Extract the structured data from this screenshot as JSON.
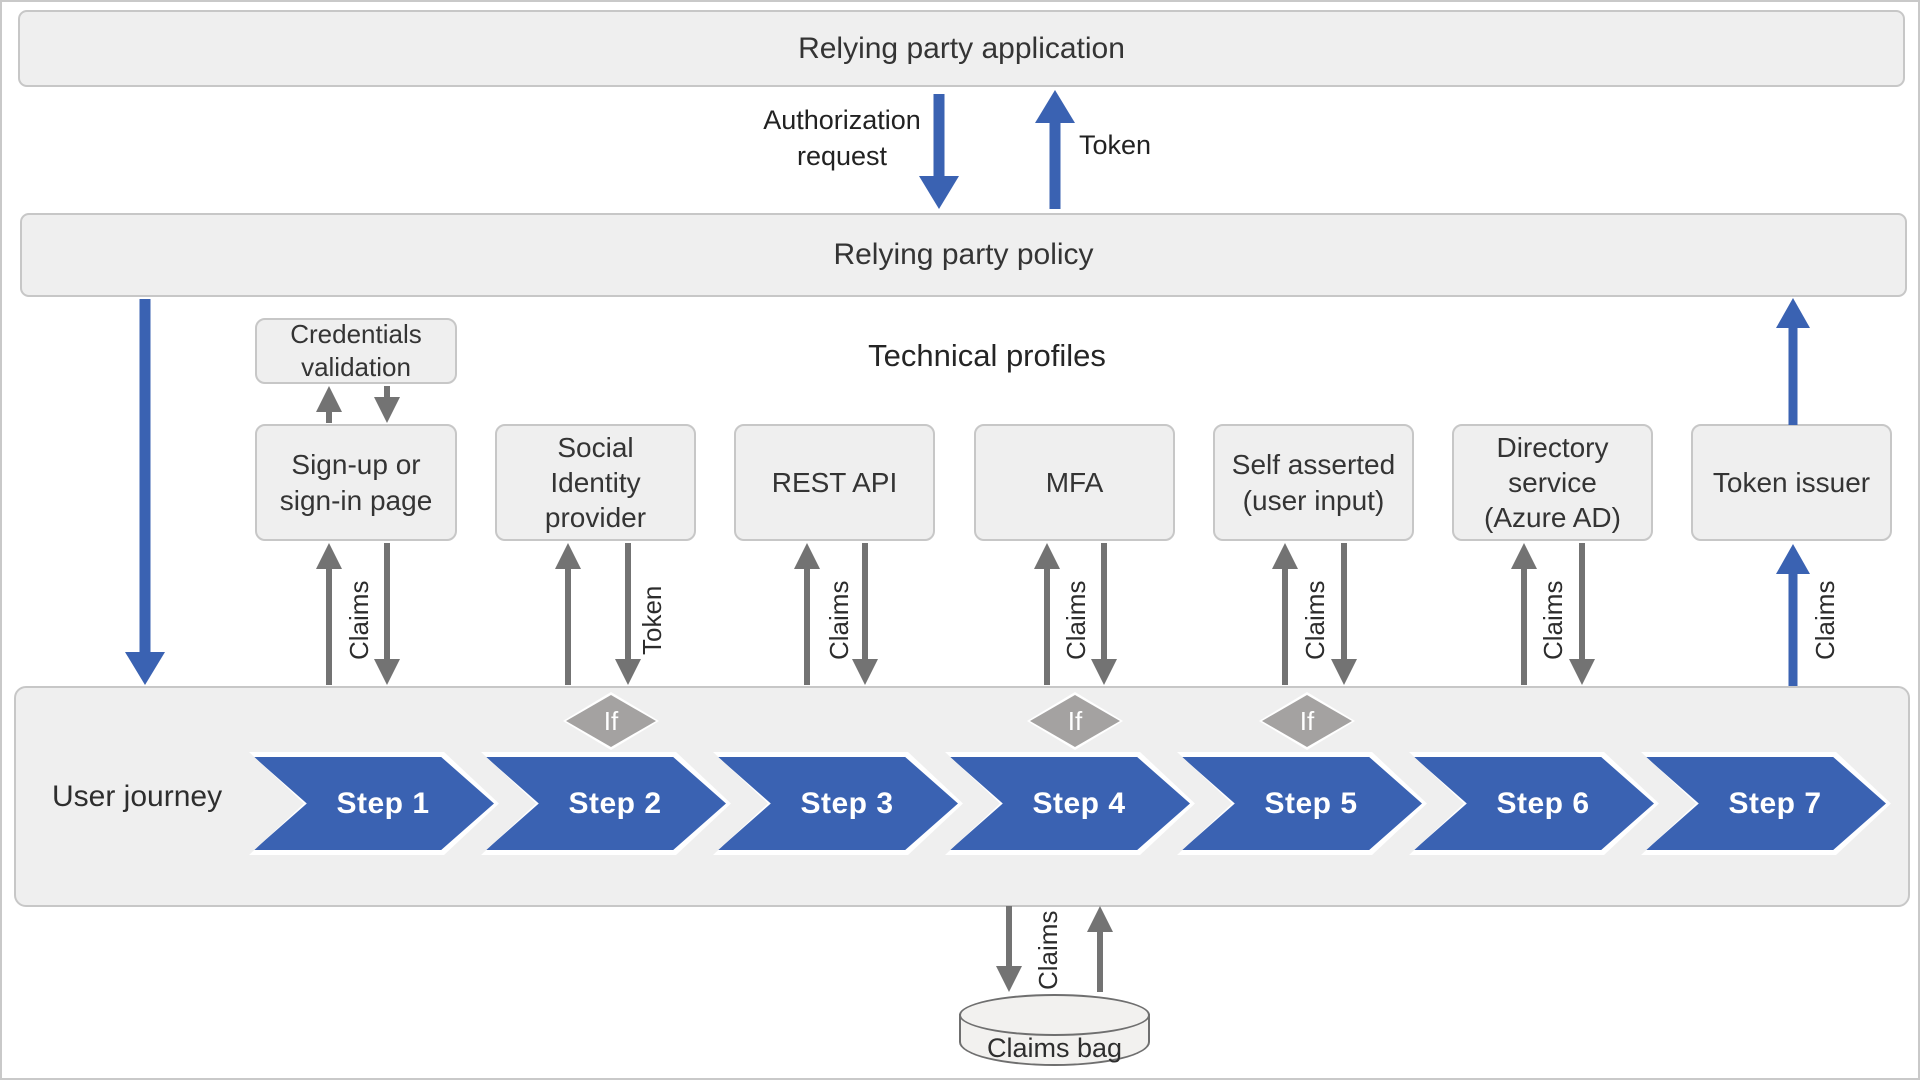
{
  "colors": {
    "blue": "#3a62b2",
    "gray_arrow": "#737373",
    "box_fill": "#efefef",
    "box_border": "#c7c7c7",
    "diamond_gray": "#a4a2a1",
    "text": "#333333"
  },
  "top": {
    "app_label": "Relying party application",
    "authorization_request_label": "Authorization\nrequest",
    "token_label": "Token",
    "policy_label": "Relying party policy"
  },
  "technical_profiles": {
    "section_label": "Technical profiles",
    "credentials_validation_label": "Credentials\nvalidation",
    "boxes": [
      {
        "label": "Sign-up or\nsign-in page",
        "flow_label": "Claims"
      },
      {
        "label": "Social\nIdentity\nprovider",
        "flow_label": "Token"
      },
      {
        "label": "REST API",
        "flow_label": "Claims"
      },
      {
        "label": "MFA",
        "flow_label": "Claims"
      },
      {
        "label": "Self asserted\n(user input)",
        "flow_label": "Claims"
      },
      {
        "label": "Directory\nservice\n(Azure AD)",
        "flow_label": "Claims"
      },
      {
        "label": "Token issuer",
        "flow_label": "Claims"
      }
    ]
  },
  "user_journey": {
    "label": "User journey",
    "steps": [
      "Step 1",
      "Step 2",
      "Step 3",
      "Step 4",
      "Step 5",
      "Step 6",
      "Step 7"
    ],
    "if_label": "If"
  },
  "claims_bag": {
    "label": "Claims bag",
    "flow_label": "Claims"
  }
}
